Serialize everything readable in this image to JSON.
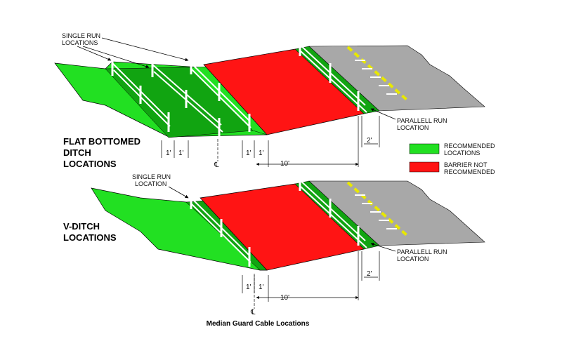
{
  "colors": {
    "recommended": "#22e022",
    "recommended_dark": "#11a411",
    "not_recommended": "#ff1414",
    "pavement": "#a8a8a8",
    "centerline": "#e8e800"
  },
  "top_panel": {
    "callout": {
      "line1": "SINGLE RUN",
      "line2": "LOCATIONS"
    },
    "heading": {
      "line1": "FLAT BOTTOMED",
      "line2": "DITCH",
      "line3": "LOCATIONS"
    },
    "parallel": {
      "line1": "PARALLELL RUN",
      "line2": "LOCATION"
    },
    "dims": {
      "one_a": "1'",
      "one_b": "1'",
      "one_c": "1'",
      "one_d": "1'",
      "ten": "10'",
      "two": "2'"
    },
    "centerline_symbol": "℄"
  },
  "legend": {
    "recommended": {
      "line1": "RECOMMENDED",
      "line2": "LOCATIONS"
    },
    "not_recommended": {
      "line1": "BARRIER NOT",
      "line2": "RECOMMENDED"
    }
  },
  "bottom_panel": {
    "callout": {
      "line1": "SINGLE RUN",
      "line2": "LOCATION"
    },
    "heading": {
      "line1": "V-DITCH",
      "line2": "LOCATIONS"
    },
    "parallel": {
      "line1": "PARALLELL RUN",
      "line2": "LOCATION"
    },
    "dims": {
      "one_a": "1'",
      "one_b": "1'",
      "ten": "10'",
      "two": "2'"
    },
    "centerline_symbol": "℄"
  },
  "caption": "Median Guard Cable Locations"
}
